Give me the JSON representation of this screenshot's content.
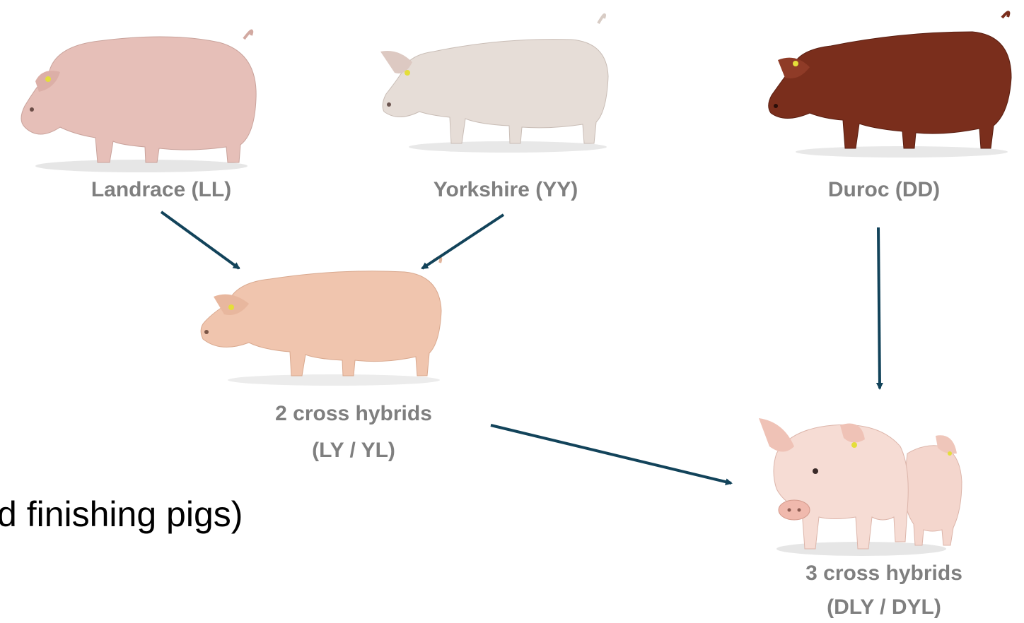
{
  "breeds": {
    "landrace_label": "Landrace (LL)",
    "yorkshire_label": "Yorkshire (YY)",
    "duroc_label": "Duroc (DD)"
  },
  "hybrids": {
    "two_cross_line1": "2 cross hybrids",
    "two_cross_line2": "(LY / YL)",
    "three_cross_line1": "3 cross hybrids",
    "three_cross_line2": "(DLY / DYL)"
  },
  "partial_text": "d finishing pigs)",
  "colors": {
    "arrow": "#12435a",
    "label": "#7f7f7f",
    "landrace_body": "#e8c4bd",
    "yorkshire_body": "#e9dfd9",
    "duroc_body": "#7a2e1c",
    "hybrid_body": "#f1c6b0",
    "piglet_body": "#f6dcd4"
  }
}
